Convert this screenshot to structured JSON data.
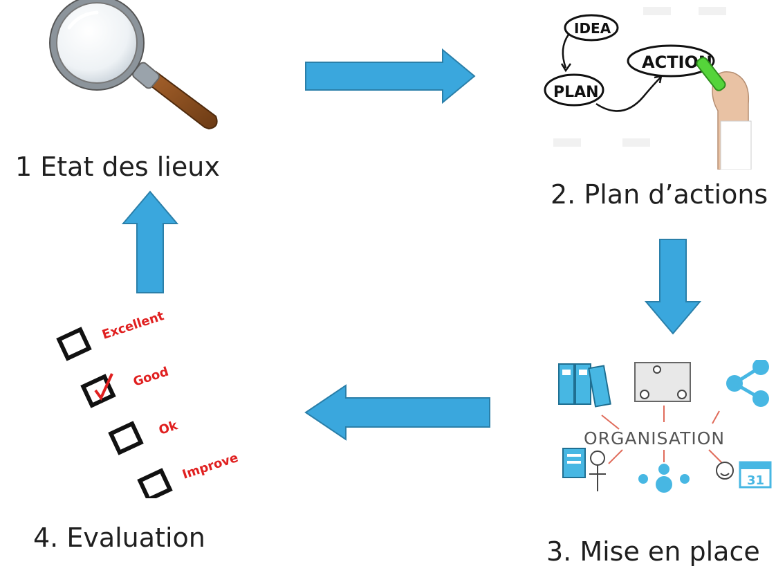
{
  "steps": [
    {
      "id": "etat",
      "label": "1 Etat des lieux"
    },
    {
      "id": "plan",
      "label": "2. Plan d’actions"
    },
    {
      "id": "mise",
      "label": "3. Mise en place"
    },
    {
      "id": "eval",
      "label": "4. Evaluation"
    }
  ],
  "plan_illustration": {
    "bubbles": [
      "IDEA",
      "ACTION",
      "PLAN"
    ]
  },
  "organisation_illustration": {
    "title": "ORGANISATION",
    "calendar_day": "31"
  },
  "evaluation_illustration": {
    "options": [
      "Excellent",
      "Good",
      "Ok",
      "Improve"
    ]
  },
  "colors": {
    "arrow_fill": "#3aa7dd",
    "arrow_stroke": "#2a7fa9",
    "red": "#e02020",
    "green_marker": "#55d43a",
    "org_blue": "#47b7e3"
  },
  "icons": {
    "step1": "magnifying-glass-icon",
    "step2": "idea-plan-action-sketch-icon",
    "step3": "organisation-sketch-icon",
    "step4": "checklist-icon"
  }
}
